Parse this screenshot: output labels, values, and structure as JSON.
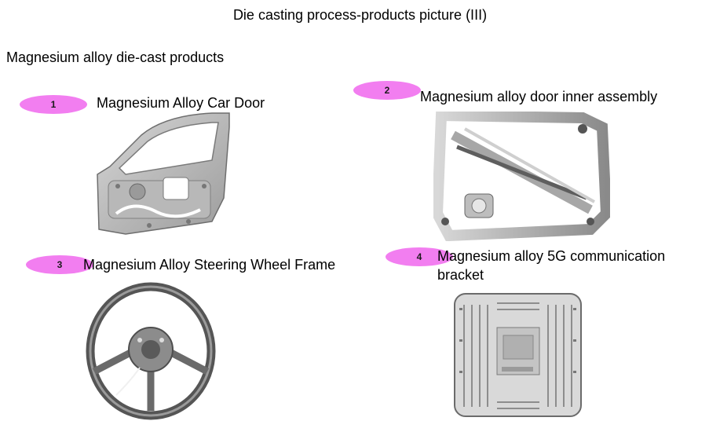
{
  "page": {
    "title": "Die casting process-products picture (III)",
    "subtitle": "Magnesium alloy die-cast products"
  },
  "products": [
    {
      "number": "1",
      "label": "Magnesium Alloy Car Door"
    },
    {
      "number": "2",
      "label": "Magnesium alloy door inner assembly"
    },
    {
      "number": "3",
      "label": "Magnesium Alloy Steering Wheel Frame"
    },
    {
      "number": "4",
      "label": "Magnesium alloy 5G communication bracket"
    }
  ],
  "colors": {
    "badge": "#f27ef0",
    "metal_light": "#c9c9c9",
    "metal_dark": "#6e6e6e"
  }
}
